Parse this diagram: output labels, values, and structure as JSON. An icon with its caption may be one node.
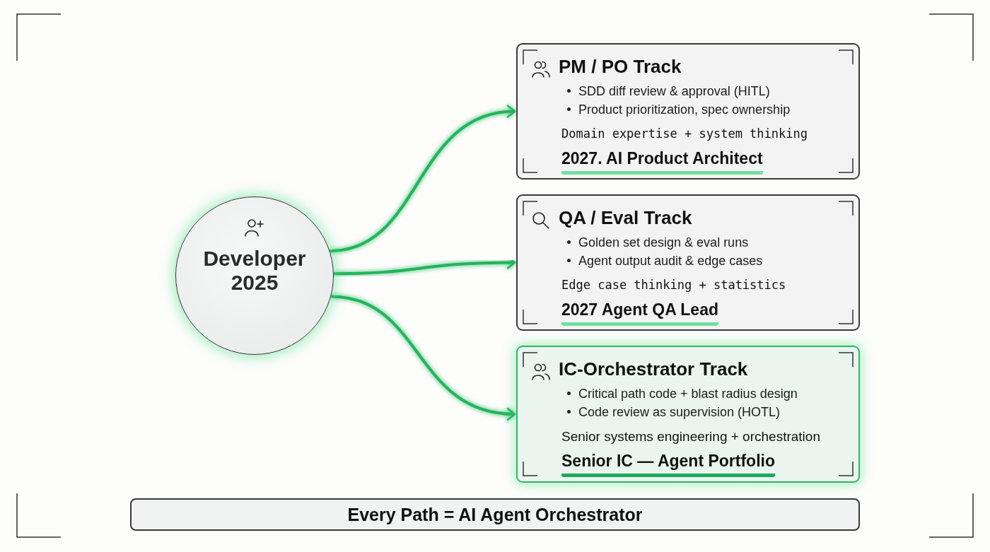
{
  "diagram": {
    "nodes": [
      {
        "text": [
          "Developer 2025"
        ]
      },
      {
        "text": [
          "PM / PO Track",
          "SDD diff review & approval (HITL)",
          "Product prioritization, spec ownership",
          "Domain expertise + system thinking",
          "2027. AI Product Architect"
        ]
      },
      {
        "text": [
          "QA / Eval Track",
          "Golden set design & eval runs",
          "Agent output audit & edge cases",
          "Edge case thinking + statistics",
          "2027 Agent QA Lead"
        ]
      },
      {
        "text": [
          "IC-Orchestrator Track",
          "Critical path code + blast radius design",
          "Code review as supervision (HOTL)",
          "Senior systems engineering + orchestration",
          "Senior IC — Agent Portfolio"
        ]
      },
      {
        "text": [
          "Every Path = AI Agent Orchestrator"
        ]
      }
    ],
    "edges": [
      {
        "from": 0,
        "to": 1,
        "arrow": "to"
      },
      {
        "from": 0,
        "to": 2,
        "arrow": "to"
      },
      {
        "from": 0,
        "to": 3,
        "arrow": "to"
      }
    ]
  }
}
